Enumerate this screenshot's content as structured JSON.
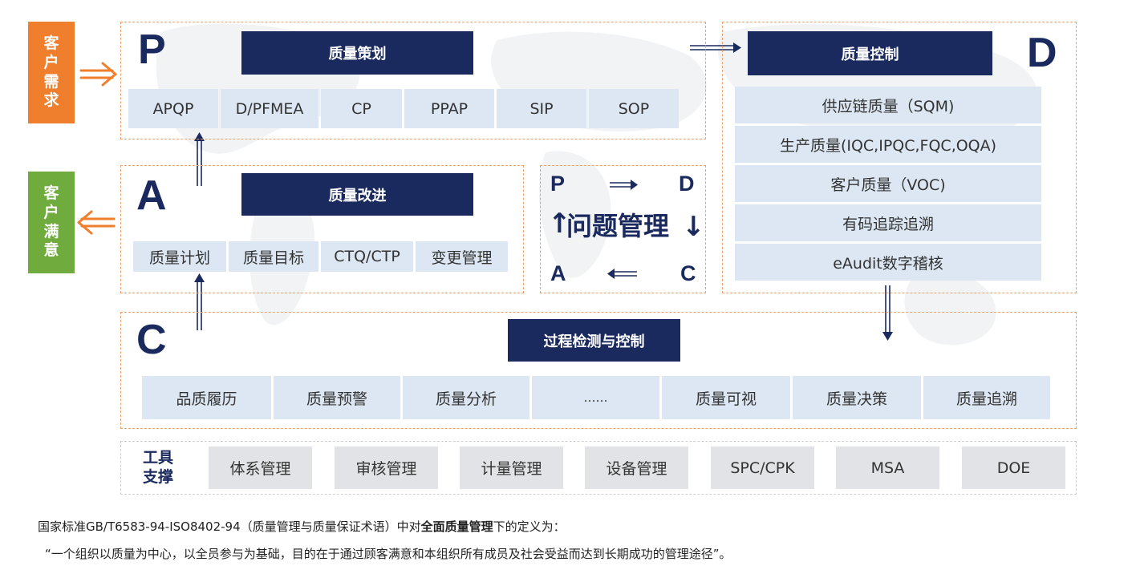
{
  "customer": {
    "demand_lines": [
      "客",
      "户",
      "需",
      "求"
    ],
    "satisfaction_lines": [
      "客",
      "户",
      "满",
      "意"
    ],
    "colors": {
      "demand": "#f07f2d",
      "satisfaction": "#6fac3d"
    }
  },
  "plan": {
    "letter": "P",
    "title": "质量策划",
    "items": [
      "APQP",
      "D/PFMEA",
      "CP",
      "PPAP",
      "SIP",
      "SOP"
    ]
  },
  "act": {
    "letter": "A",
    "title": "质量改进",
    "items": [
      "质量计划",
      "质量目标",
      "CTQ/CTP",
      "变更管理"
    ]
  },
  "do": {
    "letter": "D",
    "title": "质量控制",
    "items": [
      "供应链质量（SQM)",
      "生产质量(IQC,IPQC,FQC,OQA)",
      "客户质量（VOC)",
      "有码追踪追溯",
      "eAudit数字稽核"
    ]
  },
  "check": {
    "letter": "C",
    "title": "过程检测与控制",
    "items": [
      "品质履历",
      "质量预警",
      "质量分析",
      "……",
      "质量可视",
      "质量决策",
      "质量追溯"
    ]
  },
  "cycle": {
    "p": "P",
    "d": "D",
    "a": "A",
    "c": "C",
    "title": "问题管理",
    "up_arrow": "↑",
    "down_arrow": "↓"
  },
  "tools": {
    "label_lines": [
      "工具",
      "支撑"
    ],
    "items": [
      "体系管理",
      "审核管理",
      "计量管理",
      "设备管理",
      "SPC/CPK",
      "MSA",
      "DOE"
    ]
  },
  "footer": {
    "line1_prefix": "国家标准GB/T6583-94-ISO8402-94（质量管理与质量保证术语）中对",
    "line1_bold": "全面质量管理",
    "line1_suffix": "下的定义为：",
    "line2": "“一个组织以质量为中心，以全员参与为基础，目的在于通过顾客满意和本组织所有成员及社会受益而达到长期成功的管理途径”。"
  },
  "colors": {
    "navy": "#1b2a5e",
    "cell": "#dce7f3",
    "orange": "#f07f2d",
    "dash": "#f0a06a",
    "tool": "#e1e3e6"
  }
}
